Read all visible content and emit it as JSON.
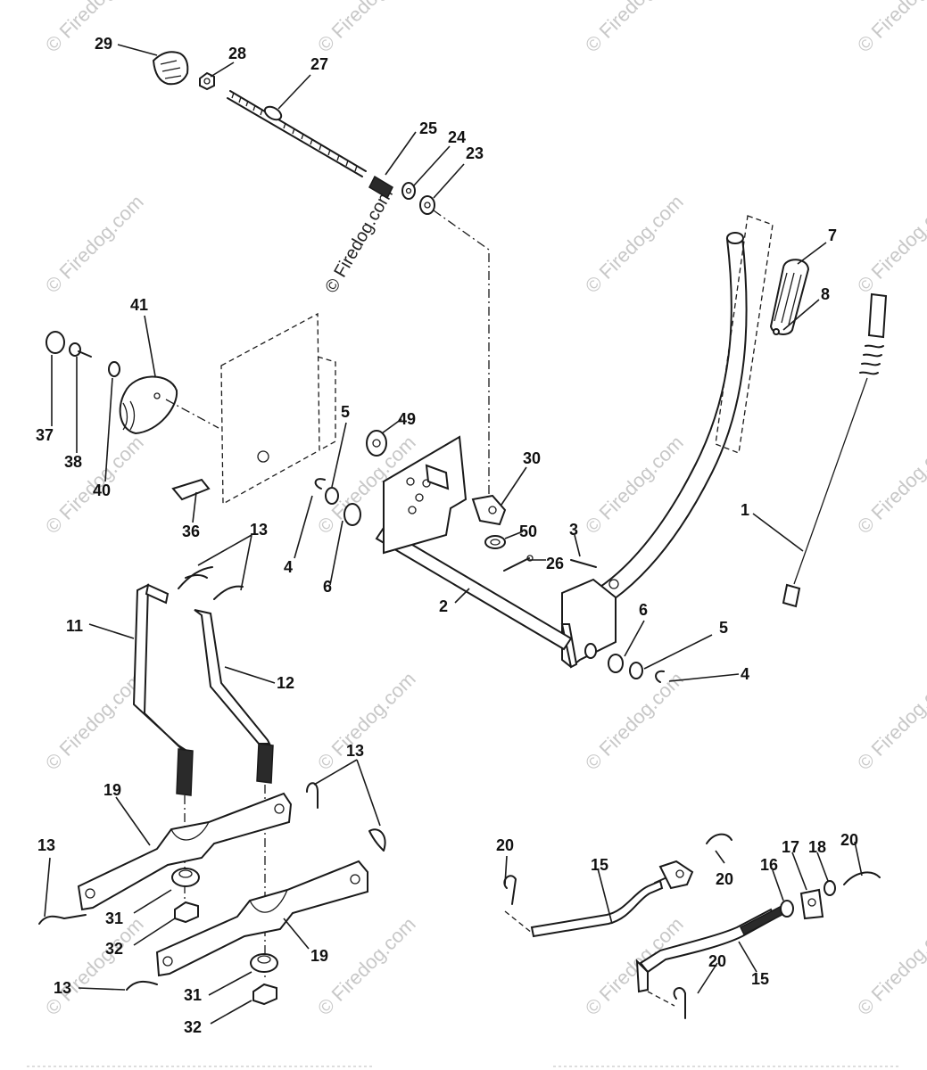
{
  "watermark": {
    "text": "© Firedog.com",
    "color": "#c8c8c8",
    "center_text": "© Firedog.com"
  },
  "callouts": [
    {
      "id": "c29",
      "label": "29"
    },
    {
      "id": "c28",
      "label": "28"
    },
    {
      "id": "c27",
      "label": "27"
    },
    {
      "id": "c25",
      "label": "25"
    },
    {
      "id": "c24",
      "label": "24"
    },
    {
      "id": "c23",
      "label": "23"
    },
    {
      "id": "c7",
      "label": "7"
    },
    {
      "id": "c8",
      "label": "8"
    },
    {
      "id": "c41",
      "label": "41"
    },
    {
      "id": "c37",
      "label": "37"
    },
    {
      "id": "c38",
      "label": "38"
    },
    {
      "id": "c40",
      "label": "40"
    },
    {
      "id": "c5a",
      "label": "5"
    },
    {
      "id": "c49",
      "label": "49"
    },
    {
      "id": "c30",
      "label": "30"
    },
    {
      "id": "c36",
      "label": "36"
    },
    {
      "id": "c13a",
      "label": "13"
    },
    {
      "id": "c4a",
      "label": "4"
    },
    {
      "id": "c6a",
      "label": "6"
    },
    {
      "id": "c50",
      "label": "50"
    },
    {
      "id": "c3",
      "label": "3"
    },
    {
      "id": "c26",
      "label": "26"
    },
    {
      "id": "c1",
      "label": "1"
    },
    {
      "id": "c11",
      "label": "11"
    },
    {
      "id": "c2",
      "label": "2"
    },
    {
      "id": "c6b",
      "label": "6"
    },
    {
      "id": "c5b",
      "label": "5"
    },
    {
      "id": "c4b",
      "label": "4"
    },
    {
      "id": "c12",
      "label": "12"
    },
    {
      "id": "c13b",
      "label": "13"
    },
    {
      "id": "c19a",
      "label": "19"
    },
    {
      "id": "c13c",
      "label": "13"
    },
    {
      "id": "c31a",
      "label": "31"
    },
    {
      "id": "c32a",
      "label": "32"
    },
    {
      "id": "c19b",
      "label": "19"
    },
    {
      "id": "c13d",
      "label": "13"
    },
    {
      "id": "c31b",
      "label": "31"
    },
    {
      "id": "c32b",
      "label": "32"
    },
    {
      "id": "c20a",
      "label": "20"
    },
    {
      "id": "c15a",
      "label": "15"
    },
    {
      "id": "c20b",
      "label": "20"
    },
    {
      "id": "c16",
      "label": "16"
    },
    {
      "id": "c17",
      "label": "17"
    },
    {
      "id": "c18",
      "label": "18"
    },
    {
      "id": "c20c",
      "label": "20"
    },
    {
      "id": "c20d",
      "label": "20"
    },
    {
      "id": "c15b",
      "label": "15"
    }
  ]
}
